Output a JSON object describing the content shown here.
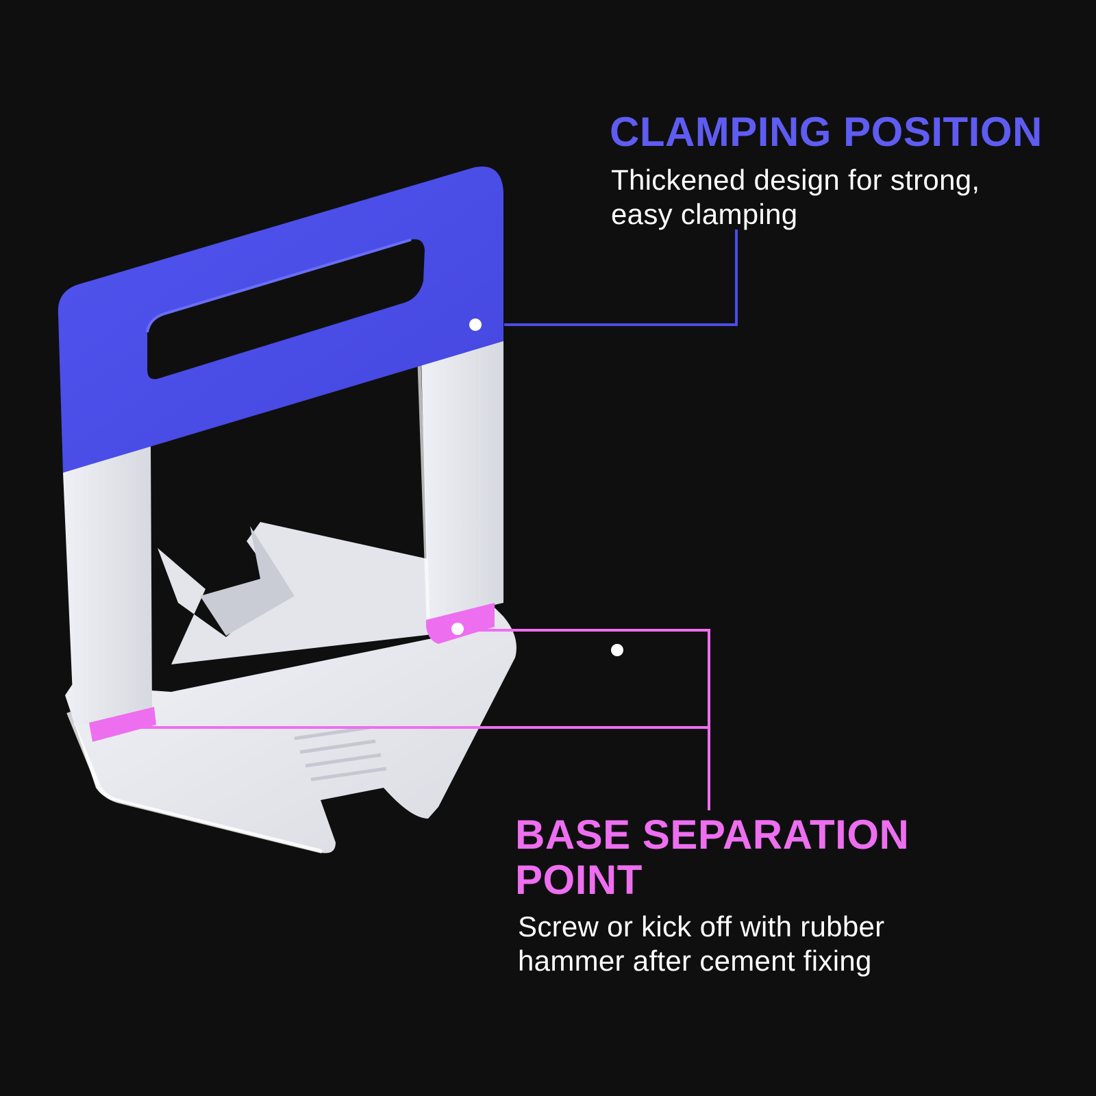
{
  "colors": {
    "background": "#0f0f10",
    "clamp_blue": "#4b4de8",
    "clamp_blue_text": "#5f5cf2",
    "separation_pink": "#ee6ef0",
    "plastic_white": "#e8e9ee",
    "text_white": "#ffffff"
  },
  "clamping": {
    "title": "CLAMPING POSITION",
    "description_lines": [
      "Thickened design for strong,",
      "easy clamping"
    ]
  },
  "base_separation": {
    "title_lines": [
      "BASE SEPARATION",
      "POINT"
    ],
    "description_lines": [
      "Screw or kick off with rubber",
      "hammer after cement fixing"
    ]
  },
  "product": {
    "name": "tile-leveling-clip",
    "top_band_color": "#4b4de8",
    "separation_marker_count": 2
  }
}
